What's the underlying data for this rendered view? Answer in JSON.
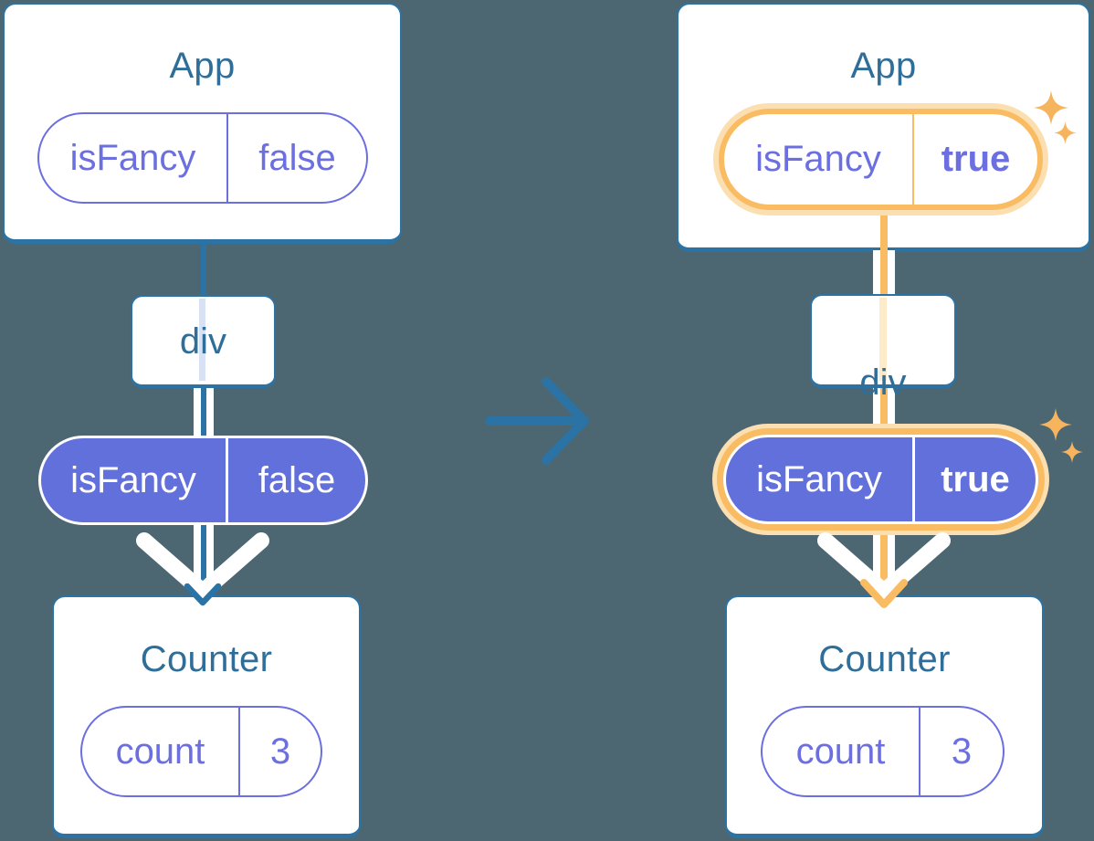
{
  "colors": {
    "background": "#4C6771",
    "card-border": "#2B73A4",
    "title-text": "#2F6E99",
    "purple": "#6B6FE0",
    "purple-fill": "#6270DB",
    "orange": "#FABC63",
    "orange-light": "#FBDFB1",
    "pass-blue": "#D9E1F4",
    "pass-orange": "#FDEBC9",
    "sparkle": "#F6B45F"
  },
  "left": {
    "app_title": "App",
    "app_pill": {
      "label": "isFancy",
      "value": "false"
    },
    "div_label": "div",
    "prop_pill": {
      "label": "isFancy",
      "value": "false"
    },
    "counter_title": "Counter",
    "count_pill": {
      "label": "count",
      "value": "3"
    }
  },
  "right": {
    "app_title": "App",
    "app_pill": {
      "label": "isFancy",
      "value": "true"
    },
    "div_label": "div",
    "prop_pill": {
      "label": "isFancy",
      "value": "true"
    },
    "counter_title": "Counter",
    "count_pill": {
      "label": "count",
      "value": "3"
    }
  },
  "icons": {
    "transition_arrow": "right-arrow-icon",
    "sparkle_large": "sparkle-icon",
    "sparkle_small": "sparkle-icon",
    "flow_arrowhead": "down-arrowhead-icon"
  }
}
